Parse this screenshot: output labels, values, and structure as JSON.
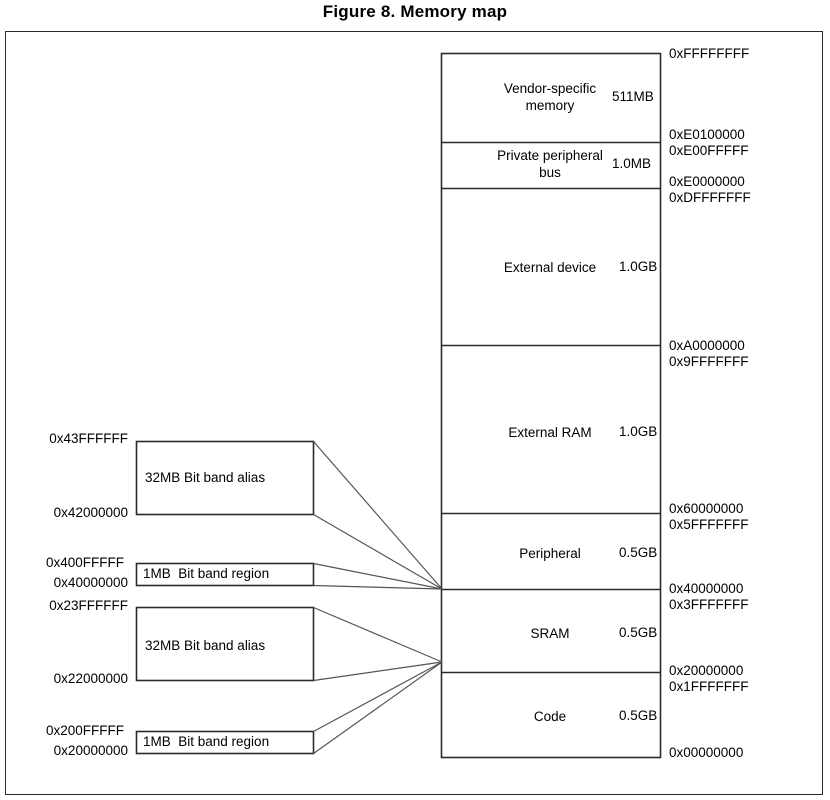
{
  "figure": {
    "title": "Figure 8. Memory map"
  },
  "memory_map": {
    "regions": [
      {
        "name": "Vendor-specific\nmemory",
        "size": "511MB",
        "top_addr": "0xFFFFFFFF",
        "bottom_addr": "0xE0100000"
      },
      {
        "name": "Private peripheral\nbus",
        "size": "1.0MB",
        "top_addr": "0xE00FFFFF",
        "bottom_addr": "0xE0000000"
      },
      {
        "name": "External device",
        "size": "1.0GB",
        "top_addr": "0xDFFFFFFF",
        "bottom_addr": "0xA0000000"
      },
      {
        "name": "External RAM",
        "size": "1.0GB",
        "top_addr": "0x9FFFFFFF",
        "bottom_addr": "0x60000000"
      },
      {
        "name": "Peripheral",
        "size": "0.5GB",
        "top_addr": "0x5FFFFFFF",
        "bottom_addr": "0x40000000"
      },
      {
        "name": "SRAM",
        "size": "0.5GB",
        "top_addr": "0x3FFFFFFF",
        "bottom_addr": "0x20000000"
      },
      {
        "name": "Code",
        "size": "0.5GB",
        "top_addr": "0x1FFFFFFF",
        "bottom_addr": "0x00000000"
      }
    ],
    "right_addresses": [
      "0xFFFFFFFF",
      "0xE0100000",
      "0xE00FFFFF",
      "0xE0000000",
      "0xDFFFFFFF",
      "0xA0000000",
      "0x9FFFFFFF",
      "0x60000000",
      "0x5FFFFFFF",
      "0x40000000",
      "0x3FFFFFFF",
      "0x20000000",
      "0x1FFFFFFF",
      "0x00000000"
    ]
  },
  "bit_band": {
    "peripheral_alias": {
      "label": "32MB Bit band alias",
      "top_addr": "0x43FFFFFF",
      "bottom_addr": "0x42000000"
    },
    "peripheral_region": {
      "label": "1MB  Bit band region",
      "top_addr": "0x400FFFFF",
      "bottom_addr": "0x40000000"
    },
    "sram_alias": {
      "label": "32MB Bit band alias",
      "top_addr": "0x23FFFFFF",
      "bottom_addr": "0x22000000"
    },
    "sram_region": {
      "label": "1MB  Bit band region",
      "top_addr": "0x200FFFFF",
      "bottom_addr": "0x20000000"
    }
  },
  "colors": {
    "line": "#2b2b2b",
    "connector": "#555555",
    "background": "#ffffff",
    "text": "#000000"
  }
}
